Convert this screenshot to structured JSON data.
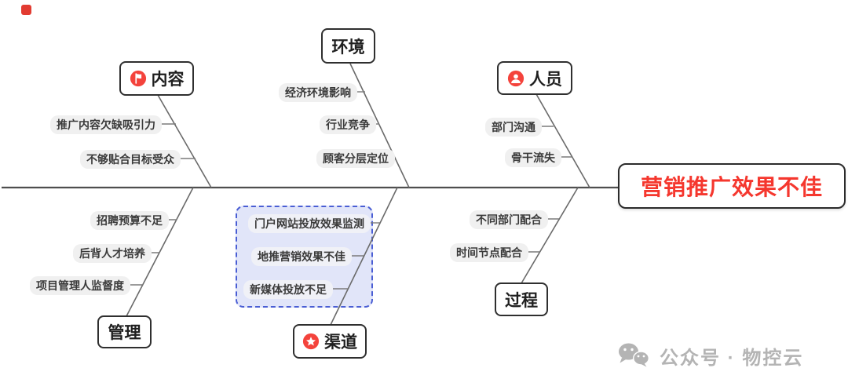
{
  "accent": {
    "node_red": "#f4433c",
    "problem_red": "#f5372e",
    "line_gray": "#5a5a5a",
    "pill_bg": "#f0f0f0",
    "group_border_blue": "#4a5ed4",
    "group_fill": "#dce1f8",
    "watermark_gray": "#b4b4b4"
  },
  "problem": {
    "label": "营销推广效果不佳"
  },
  "categories": [
    {
      "label": "内容",
      "icon": "flag-icon"
    },
    {
      "label": "环境",
      "icon": ""
    },
    {
      "label": "人员",
      "icon": "person-icon"
    },
    {
      "label": "管理",
      "icon": ""
    },
    {
      "label": "渠道",
      "icon": "star-icon"
    },
    {
      "label": "过程",
      "icon": ""
    }
  ],
  "causes": {
    "content": [
      "推广内容欠缺吸引力",
      "不够贴合目标受众"
    ],
    "environment": [
      "经济环境影响",
      "行业竞争",
      "顾客分层定位"
    ],
    "personnel": [
      "部门沟通",
      "骨干流失"
    ],
    "management": [
      "招聘预算不足",
      "后背人才培养",
      "项目管理人监督度"
    ],
    "channel": [
      "门户网站投放效果监测",
      "地推营销效果不佳",
      "新媒体投放不足"
    ],
    "process": [
      "不同部门配合",
      "时间节点配合"
    ]
  },
  "highlight_group": {
    "applies_to": "channel",
    "style": "blue-dashed"
  },
  "watermark": {
    "text": "公众号 · 物控云",
    "icon": "wechat-icon"
  }
}
